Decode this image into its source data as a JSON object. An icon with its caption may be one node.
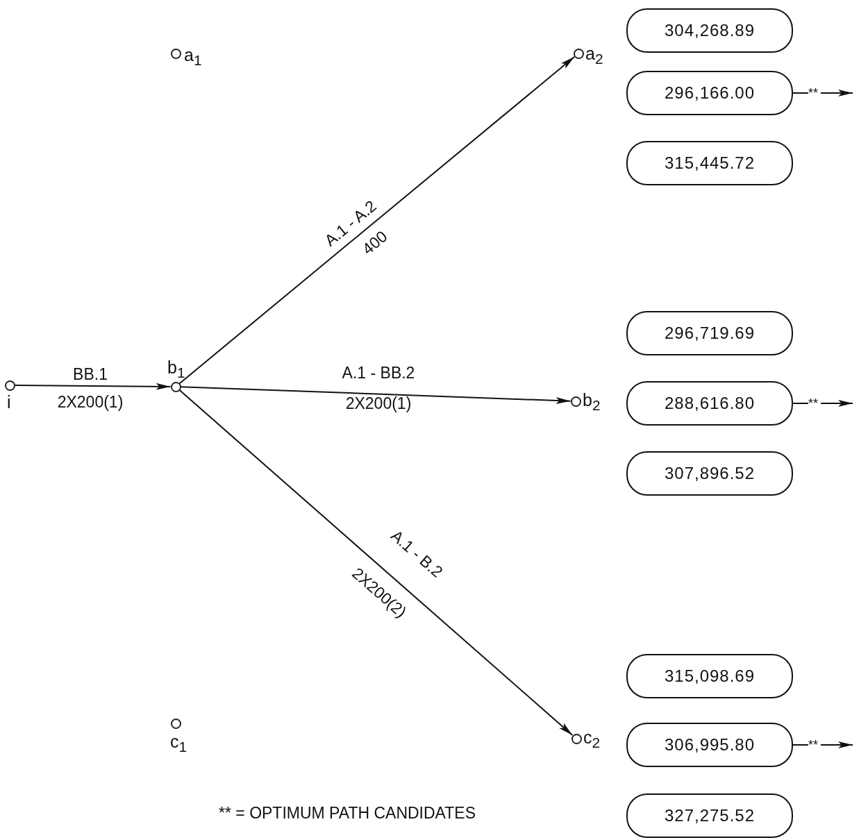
{
  "diagram": {
    "nodes": [
      {
        "text": [],
        "shape": "circle",
        "beside": [
          "a$_{1}$"
        ]
      },
      {
        "text": [],
        "shape": "circle",
        "beside": [
          "a$_{2}$"
        ]
      },
      {
        "text": [
          "304,268.89"
        ]
      },
      {
        "text": [
          "296,166.00"
        ]
      },
      {
        "text": [
          "315,445.72"
        ]
      },
      {
        "text": [],
        "shape": "circle",
        "beside": [
          "i"
        ]
      },
      {
        "text": [],
        "shape": "circle",
        "beside": [
          "b$_{1}$"
        ]
      },
      {
        "text": [],
        "shape": "circle",
        "beside": [
          "b$_{2}$"
        ]
      },
      {
        "text": [
          "296,719.69"
        ]
      },
      {
        "text": [
          "288,616.80"
        ]
      },
      {
        "text": [
          "307,896.52"
        ]
      },
      {
        "text": [],
        "shape": "circle",
        "beside": [
          "c$_{1}$"
        ]
      },
      {
        "text": [],
        "shape": "circle",
        "beside": [
          "c$_{2}$"
        ]
      },
      {
        "text": [
          "315,098.69"
        ]
      },
      {
        "text": [
          "306,995.80"
        ]
      },
      {
        "text": [
          "327,275.52"
        ]
      }
    ],
    "edges": [
      {
        "from": 5,
        "to": 6,
        "arrow": "to",
        "label": "BB.1"
      },
      {
        "from": 6,
        "to": 1,
        "arrow": "to",
        "label": "A.1 - A.2"
      },
      {
        "from": 6,
        "to": 7,
        "arrow": "to",
        "label": "A.1 - BB.2"
      },
      {
        "from": 6,
        "to": 12,
        "arrow": "to",
        "label": "A.1 - B.2"
      },
      {
        "from": 3,
        "to": null,
        "arrow": "to",
        "label": "**"
      },
      {
        "from": 9,
        "to": null,
        "arrow": "to",
        "label": "**"
      },
      {
        "from": 14,
        "to": null,
        "arrow": "to",
        "label": "**"
      }
    ],
    "labels": [
      "2X200(1)",
      "400",
      "2X200(1)",
      "2X200(2)",
      "** = OPTIMUM PATH CANDIDATES"
    ]
  }
}
